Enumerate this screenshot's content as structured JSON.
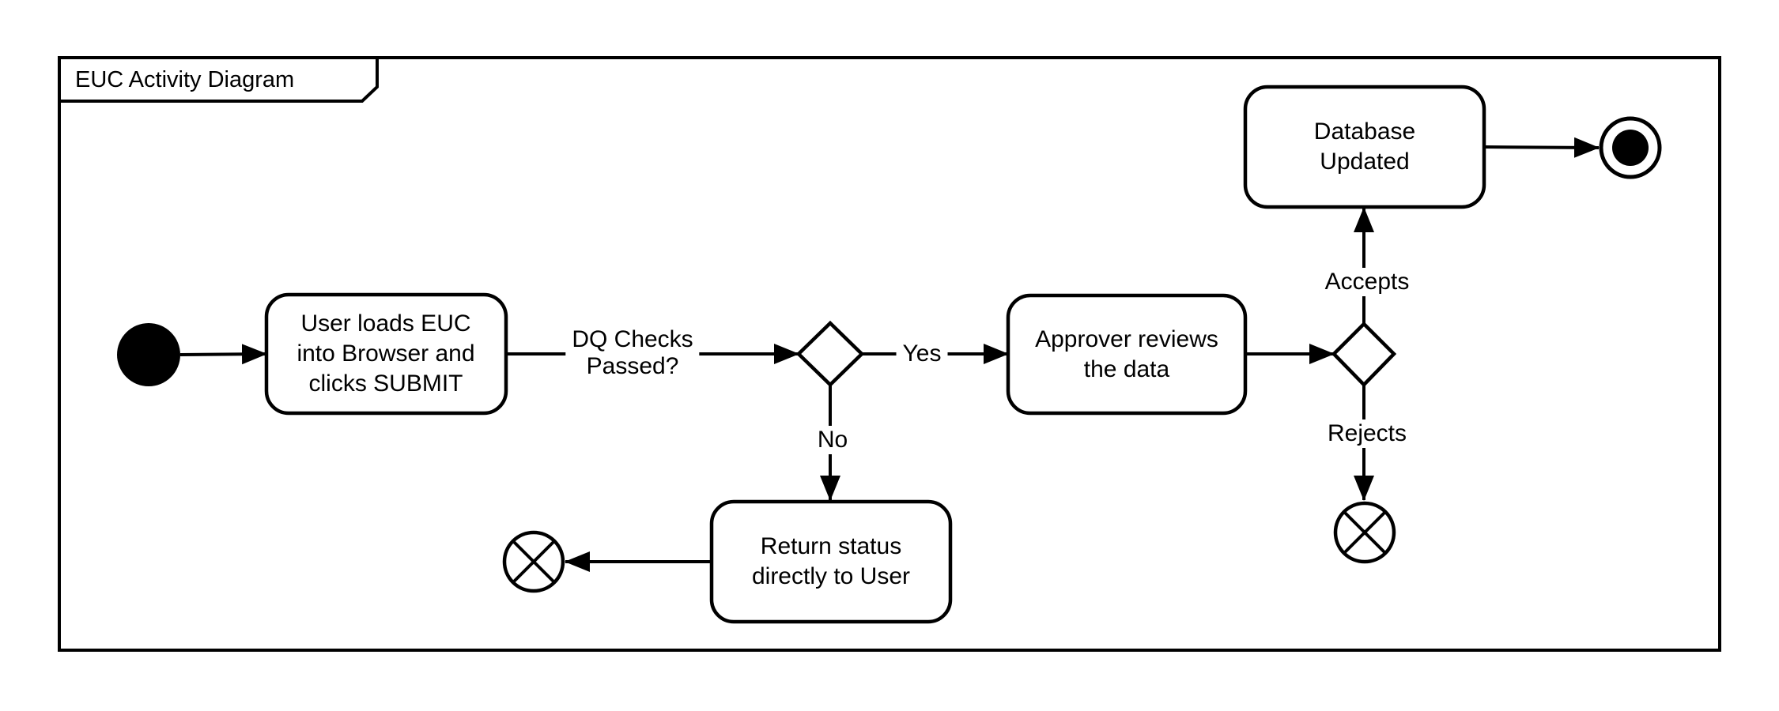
{
  "frame": {
    "title": "EUC Activity Diagram"
  },
  "nodes": {
    "load_euc": "User loads EUC\ninto Browser and\nclicks SUBMIT",
    "approver": "Approver reviews\nthe data",
    "database": "Database\nUpdated",
    "return_status": "Return status\ndirectly to User"
  },
  "edge_labels": {
    "dq": "DQ Checks\nPassed?",
    "yes": "Yes",
    "no": "No",
    "accepts": "Accepts",
    "rejects": "Rejects"
  },
  "colors": {
    "stroke": "#000000",
    "fill": "#ffffff",
    "background": "#ffffff"
  }
}
